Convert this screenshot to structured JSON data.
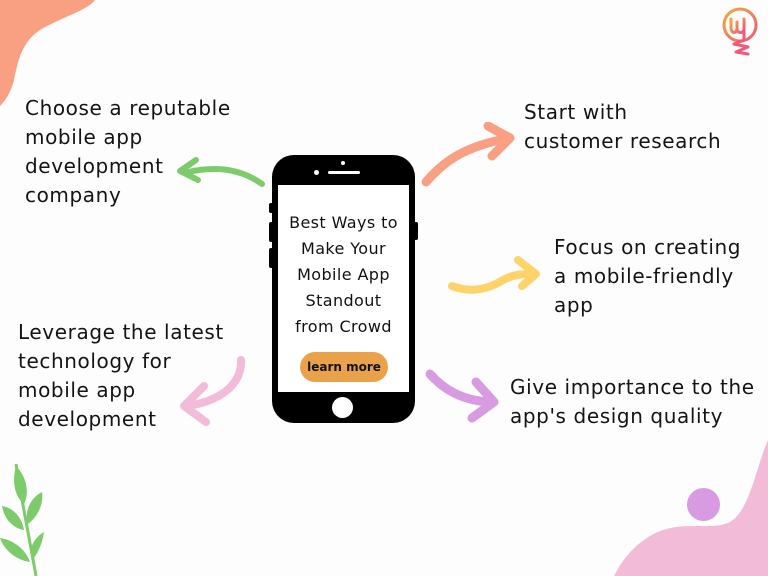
{
  "phone": {
    "title": "Best Ways to\nMake Your\nMobile App\nStandout\nfrom Crowd",
    "cta_label": "learn more"
  },
  "tips": [
    {
      "id": "choose-company",
      "text": "Choose a reputable\nmobile app\ndevelopment\ncompany",
      "arrow_color": "#7dcb6b"
    },
    {
      "id": "customer-research",
      "text": "Start with\ncustomer research",
      "arrow_color": "#f9a083"
    },
    {
      "id": "mobile-friendly",
      "text": "Focus on creating\na mobile-friendly\napp",
      "arrow_color": "#fdd36a"
    },
    {
      "id": "latest-technology",
      "text": "Leverage the latest\ntechnology for\nmobile app\ndevelopment",
      "arrow_color": "#f2bcd8"
    },
    {
      "id": "design-quality",
      "text": "Give importance to the\napp's design quality",
      "arrow_color": "#d89ae0"
    }
  ],
  "colors": {
    "background": "#fdfdfd",
    "blob_top_left": "#f9a083",
    "blob_bottom_right": "#f2bcd8",
    "dot_purple": "#d89ae0",
    "leaf_green": "#7dcb6b",
    "cta_orange": "#e9a24a",
    "logo_gradient_start": "#f2a93b",
    "logo_gradient_end": "#ef5a7a"
  },
  "icons": {
    "logo": "lightbulb-w-logo-icon"
  }
}
